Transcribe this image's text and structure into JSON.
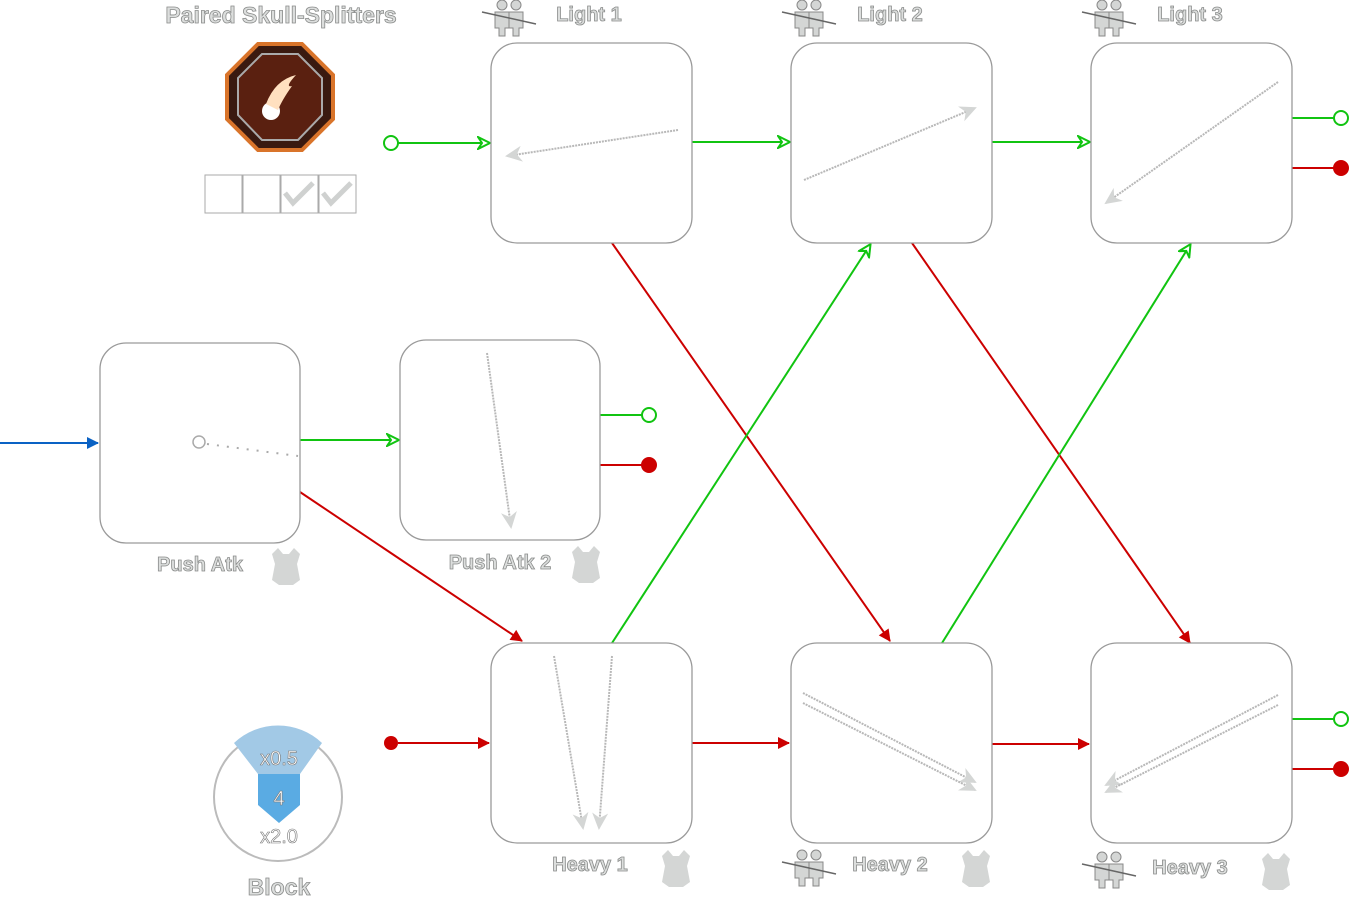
{
  "weapon": {
    "title": "Paired Skull-Splitters",
    "icon": "fireball-icon",
    "upgrades": [
      false,
      false,
      true,
      true
    ]
  },
  "nodes": {
    "light1": "Light 1",
    "light2": "Light 2",
    "light3": "Light 3",
    "push1": "Push Atk",
    "push2": "Push Atk 2",
    "heavy1": "Heavy 1",
    "heavy2": "Heavy 2",
    "heavy3": "Heavy 3"
  },
  "block": {
    "label": "Block",
    "top": "x0.5",
    "value": "4",
    "bottom": "x2.0"
  },
  "colors": {
    "light": "#11c411",
    "heavy": "#cc0000",
    "start": "#0a62c4",
    "block_light": "#a2c9e6",
    "block_dark": "#5aabe3"
  }
}
